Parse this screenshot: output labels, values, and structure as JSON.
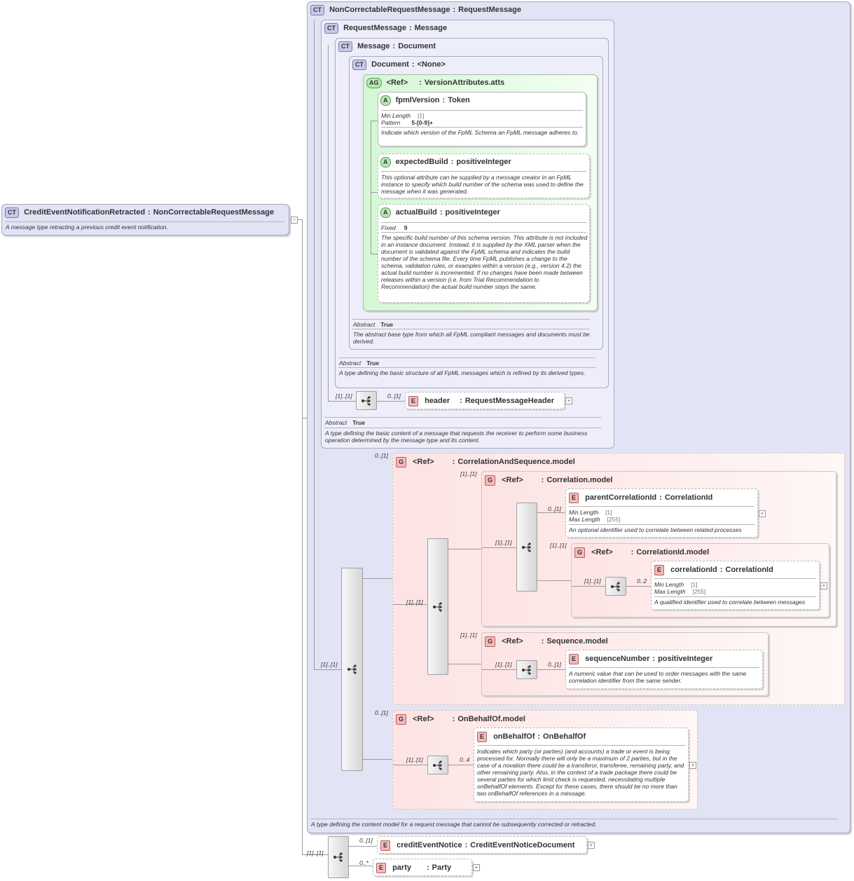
{
  "root": {
    "badge": "CT",
    "name": "CreditEventNotificationRetracted",
    "type": "NonCorrectableRequestMessage",
    "doc": "A message type retracting a previous credit event notification."
  },
  "ncrm": {
    "badge": "CT",
    "name": "NonCorrectableRequestMessage",
    "type": "RequestMessage",
    "doc": "A type defining the content model for a request message that cannot be subsequently corrected or retracted."
  },
  "rm": {
    "badge": "CT",
    "name": "RequestMessage",
    "type": "Message",
    "abstract_label": "Abstract",
    "abstract_value": "True",
    "doc": "A type defining the basic content of a message that requests the receiver to perform some business operation determined by the message type and its content."
  },
  "msg": {
    "badge": "CT",
    "name": "Message",
    "type": "Document",
    "abstract_label": "Abstract",
    "abstract_value": "True",
    "doc": "A type defining the basic structure of all FpML messages which is refined by its derived types."
  },
  "docct": {
    "badge": "CT",
    "name": "Document",
    "type": "<None>",
    "abstract_label": "Abstract",
    "abstract_value": "True",
    "doc": "The abstract base type from which all FpML compliant messages and documents must be derived."
  },
  "ag": {
    "badge": "AG",
    "ref": "<Ref>",
    "type": "VersionAttributes.atts"
  },
  "fpml_version": {
    "badge": "A",
    "name": "fpmlVersion",
    "type": "Token",
    "minlen_label": "Min Length",
    "minlen_value": "[1]",
    "pattern_label": "Pattern",
    "pattern_value": "5-[0-9]+",
    "doc": "Indicate which version of the FpML Schema an FpML message adheres to."
  },
  "expected_build": {
    "badge": "A",
    "name": "expectedBuild",
    "type": "positiveInteger",
    "doc": "This optional attribute can be supplied by a message creator in an FpML instance to specify which build number of the schema was used to define the message when it was generated."
  },
  "actual_build": {
    "badge": "A",
    "name": "actualBuild",
    "type": "positiveInteger",
    "fixed_label": "Fixed",
    "fixed_value": "9",
    "doc": "The specific build number of this schema version. This attribute is not included in an instance document. Instead, it is supplied by the XML parser when the document is validated against the FpML schema and indicates the build number of the schema file. Every time FpML publishes a change to the schema, validation rules, or examples within a version (e.g., version 4.2) the actual build number is incremented. If no changes have been made between releases within a version (i.e. from Trial Recommendation to Recommendation) the actual build number stays the same."
  },
  "header": {
    "badge": "E",
    "name": "header",
    "type": "RequestMessageHeader",
    "seq_card": "[1]..[1]",
    "card": "0..[1]"
  },
  "cas": {
    "badge": "G",
    "ref": "<Ref>",
    "type": "CorrelationAndSequence.model",
    "card": "0..[1]"
  },
  "corr": {
    "badge": "G",
    "ref": "<Ref>",
    "type": "Correlation.model",
    "card": "[1]..[1]"
  },
  "parent_corr": {
    "badge": "E",
    "name": "parentCorrelationId",
    "type": "CorrelationId",
    "card": "0..[1]",
    "minlen_label": "Min Length",
    "minlen_value": "[1]",
    "maxlen_label": "Max Length",
    "maxlen_value": "[255]",
    "doc": "An optional identifier used to correlate between related processes"
  },
  "corrid_model": {
    "badge": "G",
    "ref": "<Ref>",
    "type": "CorrelationId.model",
    "card": "[1]..[1]",
    "seq_card": "[1]..[1]"
  },
  "corr_id": {
    "badge": "E",
    "name": "correlationId",
    "type": "CorrelationId",
    "card": "0..2",
    "minlen_label": "Min Length",
    "minlen_value": "[1]",
    "maxlen_label": "Max Length",
    "maxlen_value": "[255]",
    "doc": "A qualified identifier used to correlate between messages"
  },
  "seq_model": {
    "badge": "G",
    "ref": "<Ref>",
    "type": "Sequence.model",
    "card": "[1]..[1]",
    "seq_card": "[1]..[1]"
  },
  "seq_num": {
    "badge": "E",
    "name": "sequenceNumber",
    "type": "positiveInteger",
    "card": "0..[1]",
    "doc": "A numeric value that can be used to order messages with the same correlation identifier from the same sender."
  },
  "obo_model": {
    "badge": "G",
    "ref": "<Ref>",
    "type": "OnBehalfOf.model",
    "card": "0..[1]",
    "seq_card": "[1]..[1]"
  },
  "obo": {
    "badge": "E",
    "name": "onBehalfOf",
    "type": "OnBehalfOf",
    "card": "0..4",
    "doc": "Indicates which party (or parties) (and accounts) a trade or event is being processed for. Normally there will only be a maximum of 2 parties, but in the case of a novation there could be a transferor, transferee, remaining party, and other remaining party. Also, in the context of a trade package there could be several parties for which limit check is requested, necessitating multiple onBehalfOf elements. Except for these cases, there should be no more than two onBehalfOf references in a message."
  },
  "seq_labels": {
    "cas_inner": "[1]..[1]",
    "big_seq": "[1]..[1]",
    "outer_seq": "[1]..[1]"
  },
  "credit_event_notice": {
    "badge": "E",
    "name": "creditEventNotice",
    "type": "CreditEventNoticeDocument",
    "card": "0..[1]"
  },
  "party": {
    "badge": "E",
    "name": "party",
    "type": "Party",
    "card": "0..*"
  },
  "colors": {
    "complex_type": "#e3e3f6",
    "attribute_group": "#d4f8d4",
    "group": "#fde3e3"
  }
}
